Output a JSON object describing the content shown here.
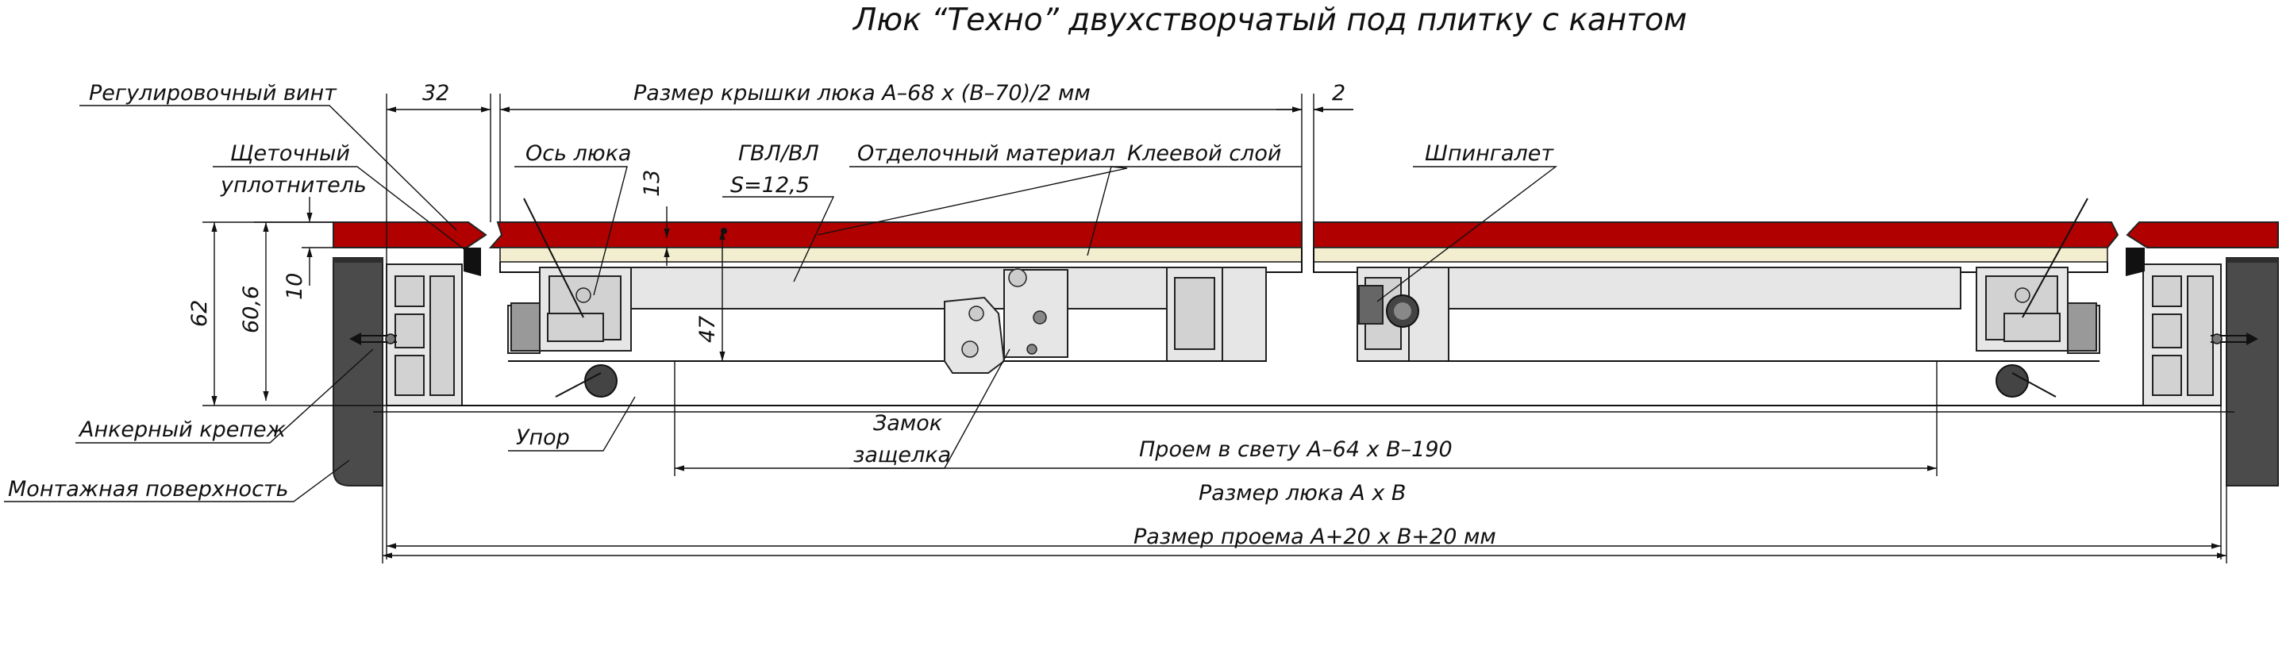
{
  "title": "Люк “Техно” двухстворчатый под плитку с кантом",
  "labels": {
    "adjust_screw": "Регулировочный винт",
    "brush_seal_1": "Щеточный",
    "brush_seal_2": "уплотнитель",
    "hatch_axis": "Ось люка",
    "gvl": "ГВЛ/ВЛ",
    "gvl_s": "S=12,5",
    "finish": "Отделочный материал",
    "glue": "Клеевой слой",
    "latch": "Шпингалет",
    "anchor": "Анкерный крепеж",
    "stop": "Упор",
    "mount_surface": "Монтажная поверхность",
    "lock_1": "Замок",
    "lock_2": "защелка"
  },
  "dimensions": {
    "d32": "32",
    "lid": "Размер крышки люка А–68 х (В–70)/2 мм",
    "d2": "2",
    "d13": "13",
    "d62": "62",
    "d60_6": "60,6",
    "d10": "10",
    "d47": "47",
    "clear": "Проем в свету А–64 х В–190",
    "hatch": "Размер люка А х В",
    "opening": "Размер проема А+20 х В+20 мм"
  },
  "colors": {
    "tile": "#b00000",
    "wall": "#4b4b4b",
    "profile": "#e6e6e6",
    "glue": "#f2eecf"
  }
}
